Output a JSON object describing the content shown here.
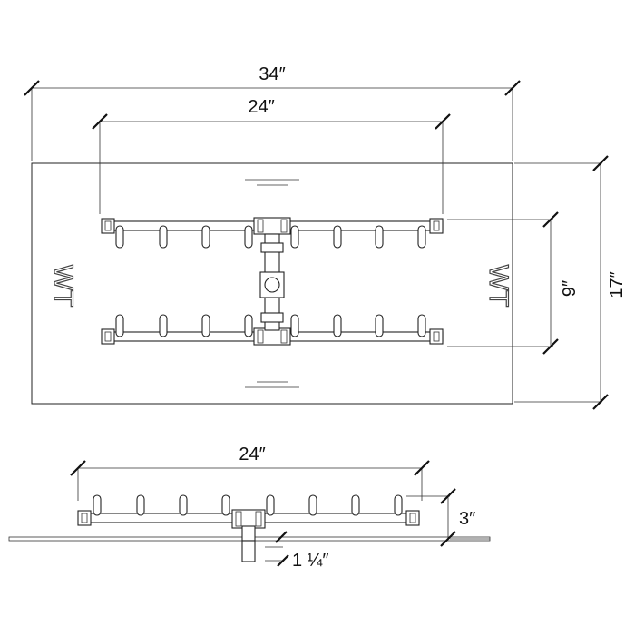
{
  "diagram": {
    "top_view": {
      "overall_width_label": "34″",
      "burner_width_label": "24″",
      "burner_depth_label": "9″",
      "overall_depth_label": "17″",
      "logo_left": "WT",
      "logo_right": "WT"
    },
    "side_view": {
      "burner_width_label": "24″",
      "height_label": "3″",
      "inlet_label": "1 ¼″"
    },
    "colors": {
      "line": "#222222",
      "background": "#ffffff"
    }
  }
}
